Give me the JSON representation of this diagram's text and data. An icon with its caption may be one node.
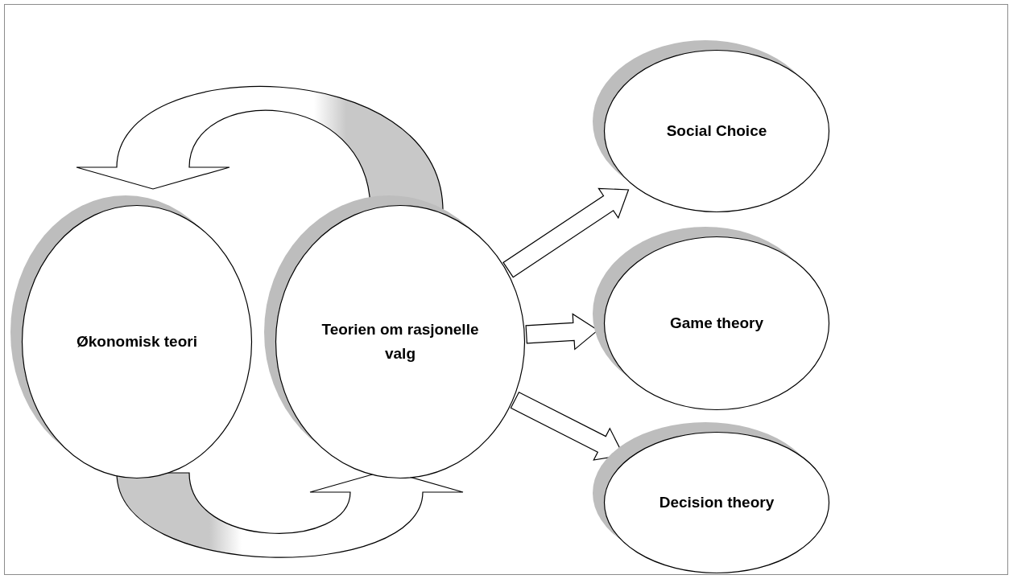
{
  "diagram": {
    "nodes": [
      {
        "text": [
          "Økonomisk teori"
        ]
      },
      {
        "text": [
          "Teorien om rasjonelle valg"
        ]
      },
      {
        "text": [
          "Social Choice"
        ]
      },
      {
        "text": [
          "Game theory"
        ]
      },
      {
        "text": [
          "Decision theory"
        ]
      }
    ],
    "edges": [
      {
        "from": 1,
        "to": 0,
        "arrow": "to"
      },
      {
        "from": 0,
        "to": 1,
        "arrow": "to"
      },
      {
        "from": 1,
        "to": 2,
        "arrow": "to"
      },
      {
        "from": 1,
        "to": 3,
        "arrow": "to"
      },
      {
        "from": 1,
        "to": 4,
        "arrow": "to"
      }
    ]
  }
}
